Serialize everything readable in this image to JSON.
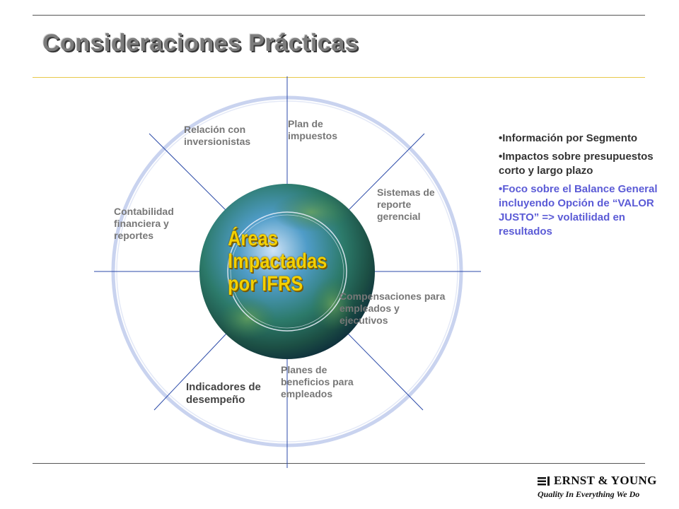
{
  "slide": {
    "title": "Consideraciones Prácticas"
  },
  "diagram": {
    "center_text": [
      "Áreas",
      "Impactadas",
      "por IFRS"
    ],
    "segments": {
      "investor_relations": [
        "Relación con",
        "inversionistas"
      ],
      "tax_plan": [
        "Plan de",
        "impuestos"
      ],
      "management_reporting": [
        "Sistemas de",
        "reporte",
        "gerencial"
      ],
      "financial_accounting": [
        "Contabilidad",
        "financiera y",
        "reportes"
      ],
      "compensation": [
        "Compensaciones para",
        "empleados y",
        "ejecutivos"
      ],
      "benefit_plans": [
        "Planes de",
        "beneficios para",
        "empleados"
      ],
      "performance_indicators": [
        "Indicadores de",
        "desempeño"
      ]
    }
  },
  "bullets": [
    {
      "text": "•Información por Segmento",
      "color": "#333333"
    },
    {
      "text": "•Impactos sobre presupuestos corto y largo plazo",
      "color": "#333333"
    },
    {
      "text": "•Foco sobre el Balance General incluyendo Opción de “VALOR JUSTO” => volatilidad en resultados",
      "color": "#5b5bd6"
    }
  ],
  "brand": {
    "name": "ERNST & YOUNG",
    "tagline": "Quality In Everything We Do"
  },
  "colors": {
    "rule_top": "#555555",
    "rule_gold": "#e8c84a",
    "spoke": "#2b4aa8",
    "ring": "#c9d3ef",
    "center_text": "#f4d000",
    "highlight_bullet": "#5b5bd6"
  }
}
